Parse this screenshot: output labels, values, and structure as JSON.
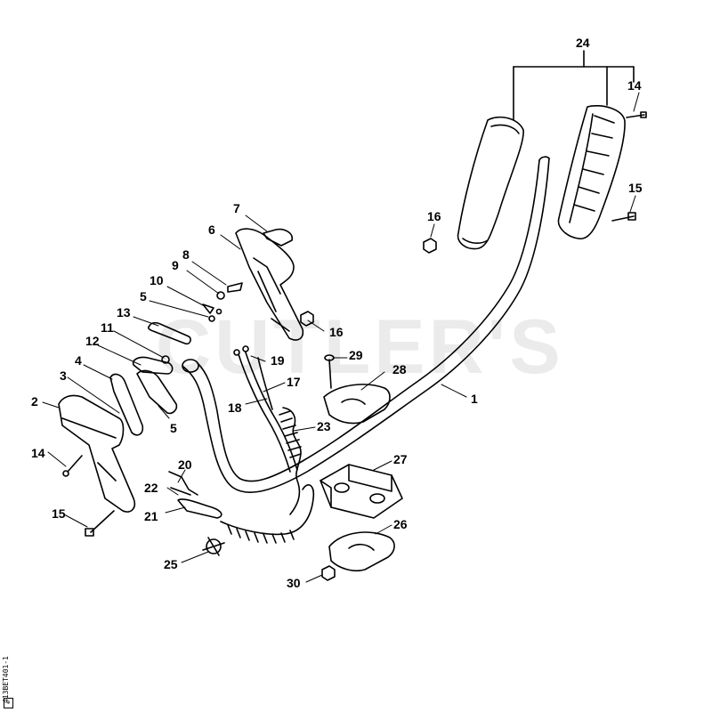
{
  "watermark": "CUTLER'S",
  "drawing_code": "413BET401-1",
  "corner_mark": "⊕",
  "labels": {
    "l1": "1",
    "l2": "2",
    "l3": "3",
    "l4": "4",
    "l5a": "5",
    "l5b": "5",
    "l6": "6",
    "l7": "7",
    "l8": "8",
    "l9": "9",
    "l10": "10",
    "l11": "11",
    "l12": "12",
    "l13": "13",
    "l14a": "14",
    "l14b": "14",
    "l15a": "15",
    "l15b": "15",
    "l16a": "16",
    "l16b": "16",
    "l17": "17",
    "l18": "18",
    "l19": "19",
    "l20": "20",
    "l21": "21",
    "l22": "22",
    "l23": "23",
    "l24": "24",
    "l25": "25",
    "l26": "26",
    "l27": "27",
    "l28": "28",
    "l29": "29",
    "l30": "30"
  }
}
